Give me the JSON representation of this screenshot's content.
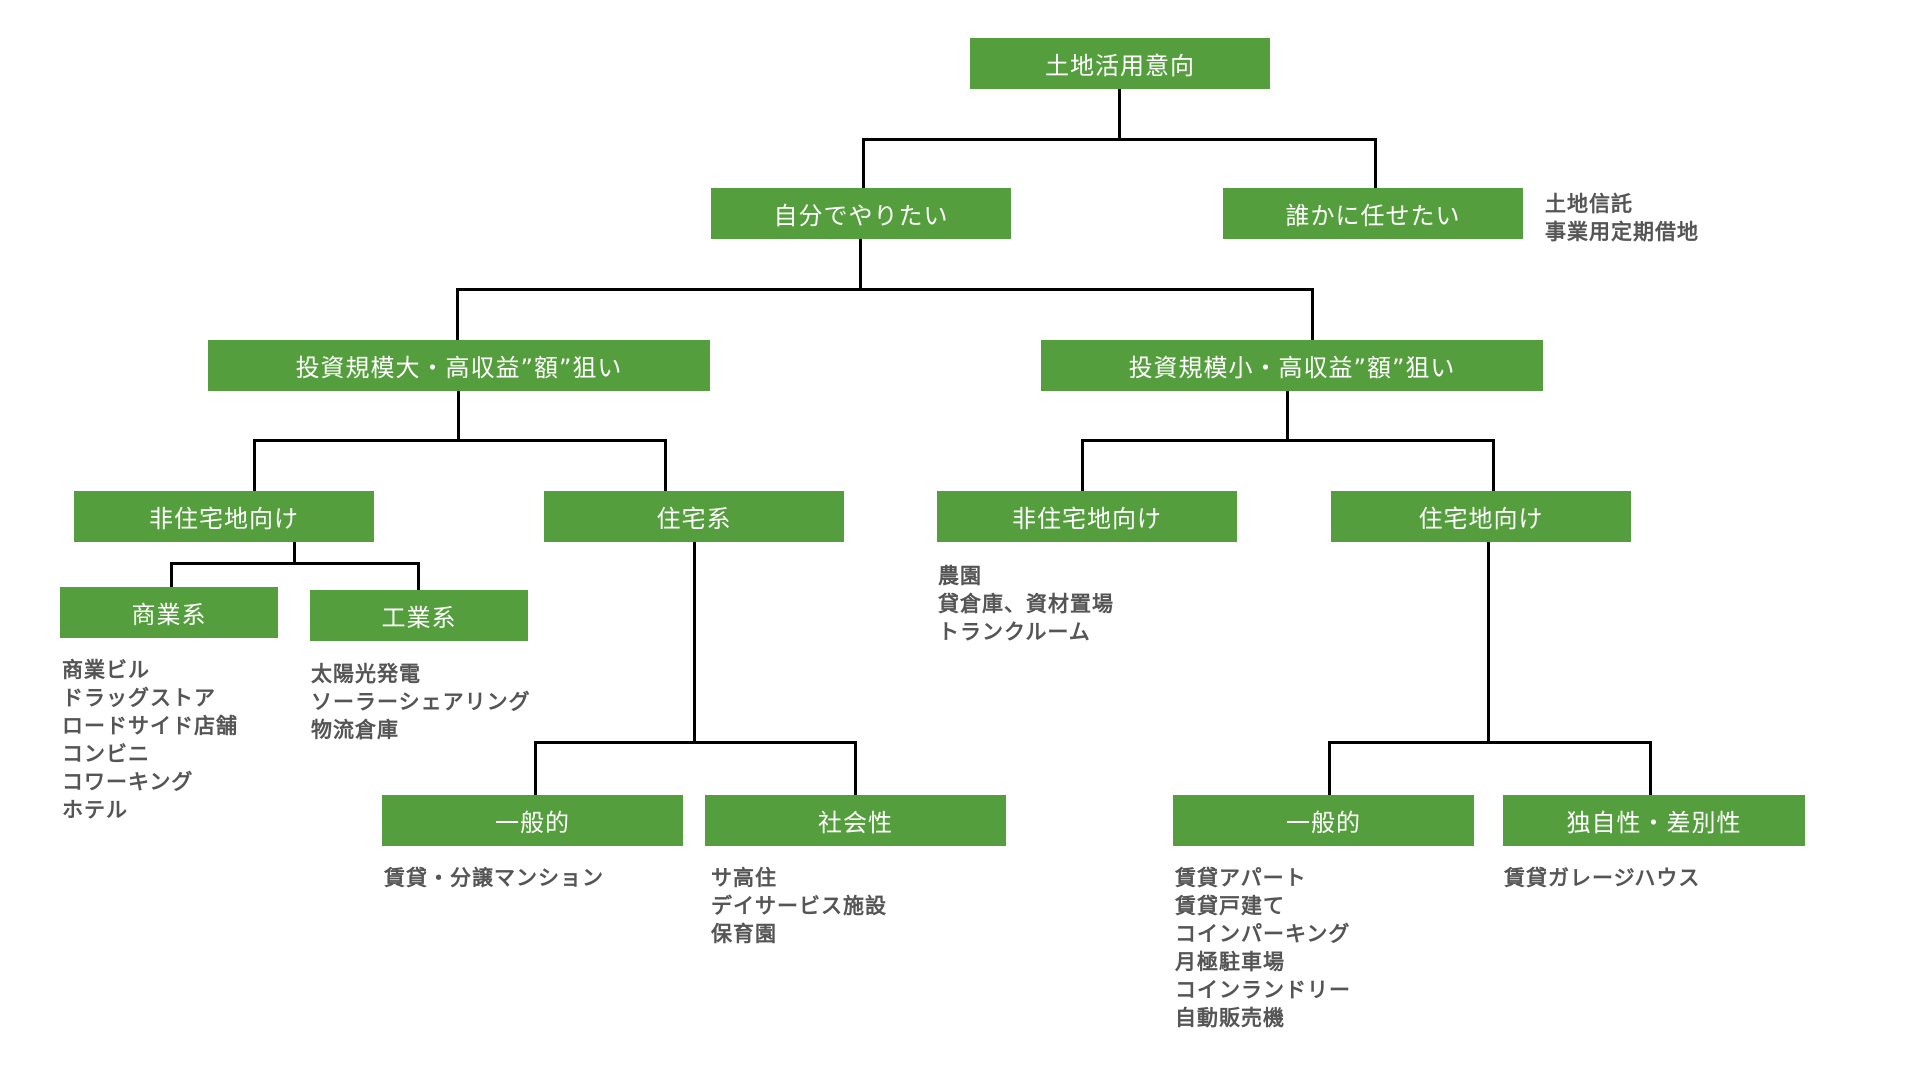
{
  "diagram": {
    "root": {
      "label": "土地活用意向"
    },
    "self": {
      "label": "自分でやりたい"
    },
    "delegate": {
      "label": "誰かに任せたい",
      "examples": [
        "土地信託",
        "事業用定期借地"
      ]
    },
    "large": {
      "label": "投資規模大・高収益”額”狙い"
    },
    "small": {
      "label": "投資規模小・高収益”額”狙い"
    },
    "large_nonres": {
      "label": "非住宅地向け"
    },
    "large_res": {
      "label": "住宅系"
    },
    "commercial": {
      "label": "商業系",
      "examples": [
        "商業ビル",
        "ドラッグストア",
        "ロードサイド店舗",
        "コンビニ",
        "コワーキング",
        "ホテル"
      ]
    },
    "industrial": {
      "label": "工業系",
      "examples": [
        "太陽光発電",
        "ソーラーシェアリング",
        "物流倉庫"
      ]
    },
    "large_res_general": {
      "label": "一般的",
      "examples": [
        "賃貸・分譲マンション"
      ]
    },
    "large_res_social": {
      "label": "社会性",
      "examples": [
        "サ高住",
        "デイサービス施設",
        "保育園"
      ]
    },
    "small_nonres": {
      "label": "非住宅地向け",
      "examples": [
        "農園",
        "貸倉庫、資材置場",
        "トランクルーム"
      ]
    },
    "small_res": {
      "label": "住宅地向け"
    },
    "small_res_general": {
      "label": "一般的",
      "examples": [
        "賃貸アパート",
        "賃貸戸建て",
        "コインパーキング",
        "月極駐車場",
        "コインランドリー",
        "自動販売機"
      ]
    },
    "small_res_unique": {
      "label": "独自性・差別性",
      "examples": [
        "賃貸ガレージハウス"
      ]
    }
  },
  "colors": {
    "node_fill": "#559e3d",
    "node_text": "#ffffff",
    "connector": "#000000",
    "list_text": "#555555"
  }
}
